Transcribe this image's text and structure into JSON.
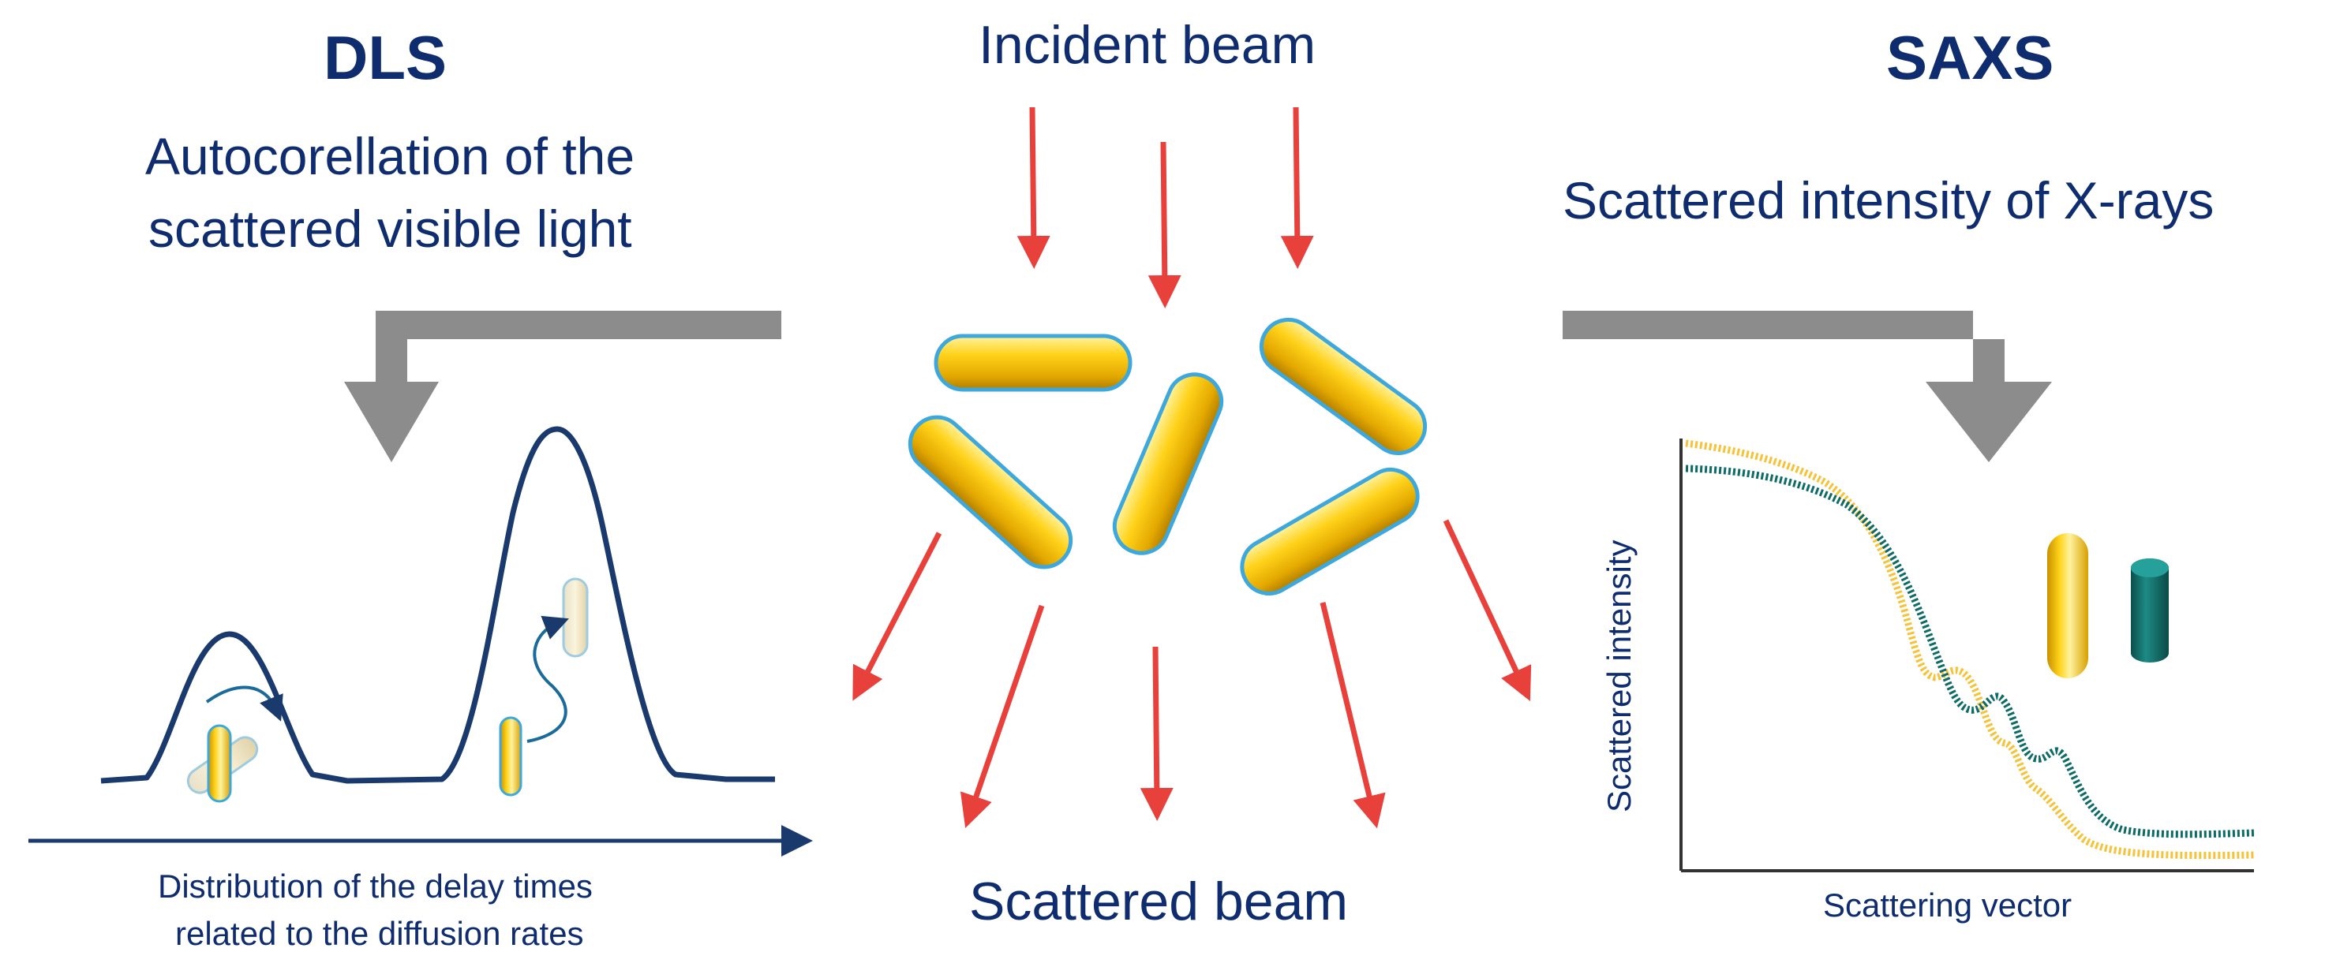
{
  "labels": {
    "dls_title": "DLS",
    "dls_subtitle_line1": "Autocorellation of the",
    "dls_subtitle_line2": "scattered visible light",
    "incident_beam": "Incident beam",
    "scattered_beam": "Scattered beam",
    "saxs_title": "SAXS",
    "saxs_subtitle": "Scattered intensity of X-rays",
    "dls_axis_line1": "Distribution of the delay times",
    "dls_axis_line2": "related to the diffusion rates",
    "saxs_xlabel": "Scattering vector",
    "saxs_ylabel": "Scattered intensity"
  },
  "colors": {
    "text": "#0f2d6e",
    "arrow_red": "#e8413c",
    "big_arrow_gray": "#8c8c8c",
    "rod_gold": "#f2c200",
    "rod_outline": "#3ea8dc",
    "curve_gold": "#f5c33b",
    "curve_teal": "#0e6b67"
  }
}
